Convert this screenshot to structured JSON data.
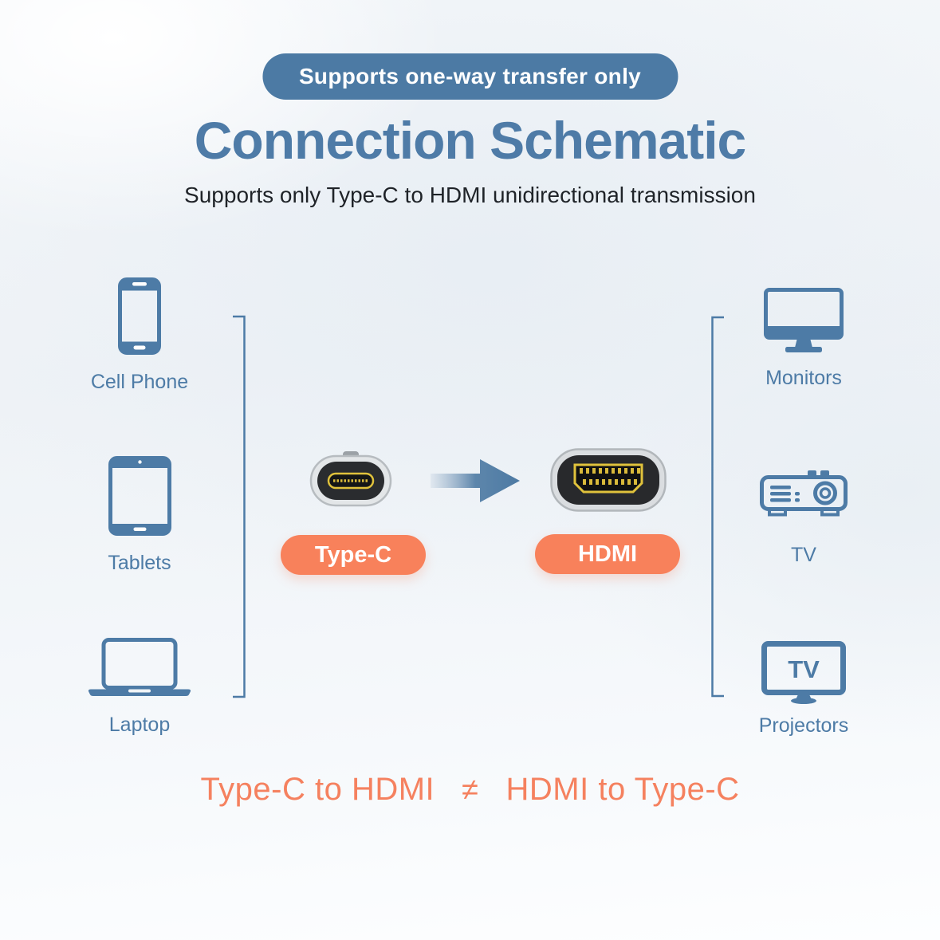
{
  "header": {
    "badge": "Supports one-way transfer only",
    "title": "Connection Schematic",
    "subtitle": "Supports only Type-C to HDMI unidirectional transmission"
  },
  "sources": {
    "items": [
      {
        "label": "Cell Phone",
        "icon": "cell-phone-icon"
      },
      {
        "label": "Tablets",
        "icon": "tablet-icon"
      },
      {
        "label": "Laptop",
        "icon": "laptop-icon"
      }
    ]
  },
  "adapter": {
    "source_connector": "Type-C",
    "target_connector": "HDMI",
    "direction": "one-way"
  },
  "targets": {
    "tv_screen_text": "TV",
    "items": [
      {
        "label": "Monitors",
        "icon": "monitor-icon"
      },
      {
        "label": "TV",
        "icon": "projector-icon"
      },
      {
        "label": "Projectors",
        "icon": "tv-icon"
      }
    ]
  },
  "footer": {
    "left": "Type-C to HDMI",
    "operator": "≠",
    "right": "HDMI to Type-C"
  },
  "colors": {
    "accent_blue": "#4c7aa4",
    "title_blue": "#4e7ba7",
    "device_blue": "#4d7ba6",
    "accent_orange": "#f8815b",
    "footer_orange": "#f5815f",
    "connector_yellow": "#e0c23c"
  }
}
